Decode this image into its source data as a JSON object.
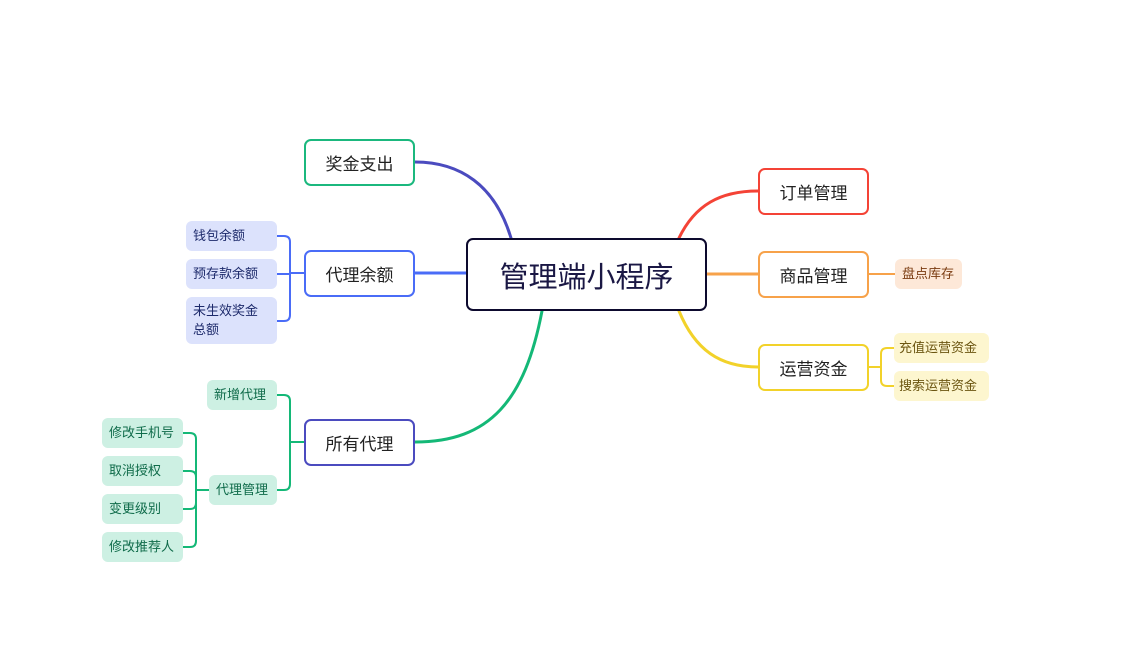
{
  "root": {
    "label": "管理端小程序"
  },
  "branches": {
    "bonus": {
      "label": "奖金支出",
      "color": "#1bb87e"
    },
    "balance": {
      "label": "代理余额",
      "color": "#4a6cf7",
      "children": [
        "钱包余额",
        "预存款余额",
        "未生效奖金总额"
      ]
    },
    "agents": {
      "label": "所有代理",
      "color": "#4b4bbf",
      "children": [
        "新增代理",
        "代理管理"
      ],
      "manage_children": [
        "修改手机号",
        "取消授权",
        "变更级别",
        "修改推荐人"
      ]
    },
    "orders": {
      "label": "订单管理",
      "color": "#f44336"
    },
    "goods": {
      "label": "商品管理",
      "color": "#f7a24a",
      "children": [
        "盘点库存"
      ]
    },
    "funds": {
      "label": "运营资金",
      "color": "#f2d22a",
      "children": [
        "充值运营资金",
        "搜索运营资金"
      ]
    }
  }
}
